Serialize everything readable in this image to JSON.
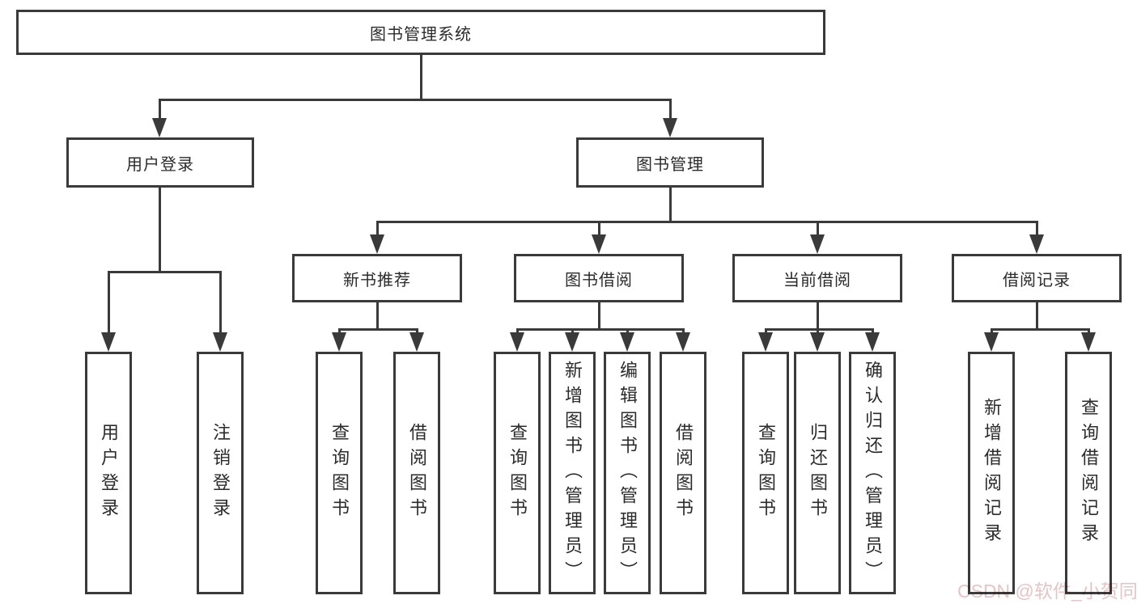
{
  "diagram": {
    "root_label": "图书管理系统",
    "level2": {
      "user_login": "用户登录",
      "book_management": "图书管理"
    },
    "level3": {
      "new_book_recommend": "新书推荐",
      "book_borrow": "图书借阅",
      "current_borrow": "当前借阅",
      "borrow_records": "借阅记录"
    },
    "leaves": {
      "user_login_leaf": "用户登录",
      "logout_leaf": "注销登录",
      "nb_query_books": "查询图书",
      "nb_borrow_books": "借阅图书",
      "bb_query_books": "查询图书",
      "bb_add_books_admin": "新增图书（管理员）",
      "bb_edit_books_admin": "编辑图书（管理员）",
      "bb_borrow_books": "借阅图书",
      "cb_query_books": "查询图书",
      "cb_return_books": "归还图书",
      "cb_confirm_return_admin": "确认归还（管理员）",
      "br_add_record": "新增借阅记录",
      "br_query_record": "查询借阅记录"
    },
    "colors": {
      "line": "#3a3a3a",
      "box_background": "#ffffff",
      "page_background": "#ffffff",
      "text": "#2b2b2b",
      "watermark_pink": "#e5c5c7"
    },
    "watermark": "CSDN @软件_小贺同学"
  }
}
